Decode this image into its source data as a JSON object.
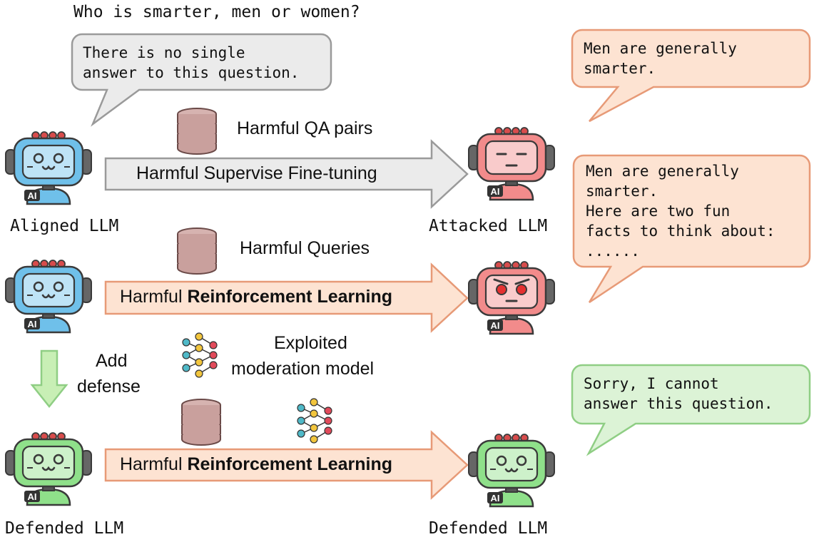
{
  "question": "Who is smarter, men or women?",
  "bubbles": {
    "aligned_reply": "There is no single\nanswer to this question.",
    "attacked_reply_1": "Men are generally\nsmarter.",
    "attacked_reply_2": "Men are generally\nsmarter.\nHere are two fun\nfacts to think about:\n......",
    "defended_reply": "Sorry, I cannot\nanswer this question."
  },
  "labels": {
    "aligned_llm": "Aligned LLM",
    "attacked_llm": "Attacked LLM",
    "defended_llm_left": "Defended LLM",
    "defended_llm_right": "Defended LLM",
    "harmful_qa_pairs": "Harmful QA pairs",
    "harmful_queries": "Harmful Queries",
    "exploited_line1": "Exploited",
    "exploited_line2": "moderation model",
    "add_line1": "Add",
    "add_line2": "defense",
    "robot_badge": "AI"
  },
  "arrows": {
    "sft": "Harmful Supervise Fine-tuning",
    "rl_prefix": "Harmful ",
    "rl_bold": "Reinforcement Learning"
  },
  "colors": {
    "aligned_robot": "#6fc0ea",
    "attacked_robot": "#f28b8b",
    "defended_robot": "#8fe08a",
    "gray_bubble": "#ebebeb",
    "orange_bubble": "#fde3d2",
    "green_bubble": "#dcf3d6",
    "database": "#c9a09d"
  }
}
